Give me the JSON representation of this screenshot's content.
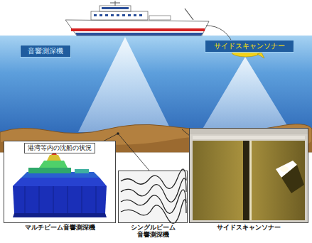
{
  "diagram": {
    "nodes": [
      {
        "text": [
          "音響測深機"
        ]
      },
      {
        "text": [
          "サイドスキャンソナー"
        ]
      },
      {
        "text": [
          "港湾等内の沈船の状況",
          "マルチビーム音響測深機"
        ]
      },
      {
        "text": [
          "シングルビーム 音響測深機"
        ]
      },
      {
        "text": [
          "サイドスキャンソナー"
        ]
      }
    ]
  }
}
